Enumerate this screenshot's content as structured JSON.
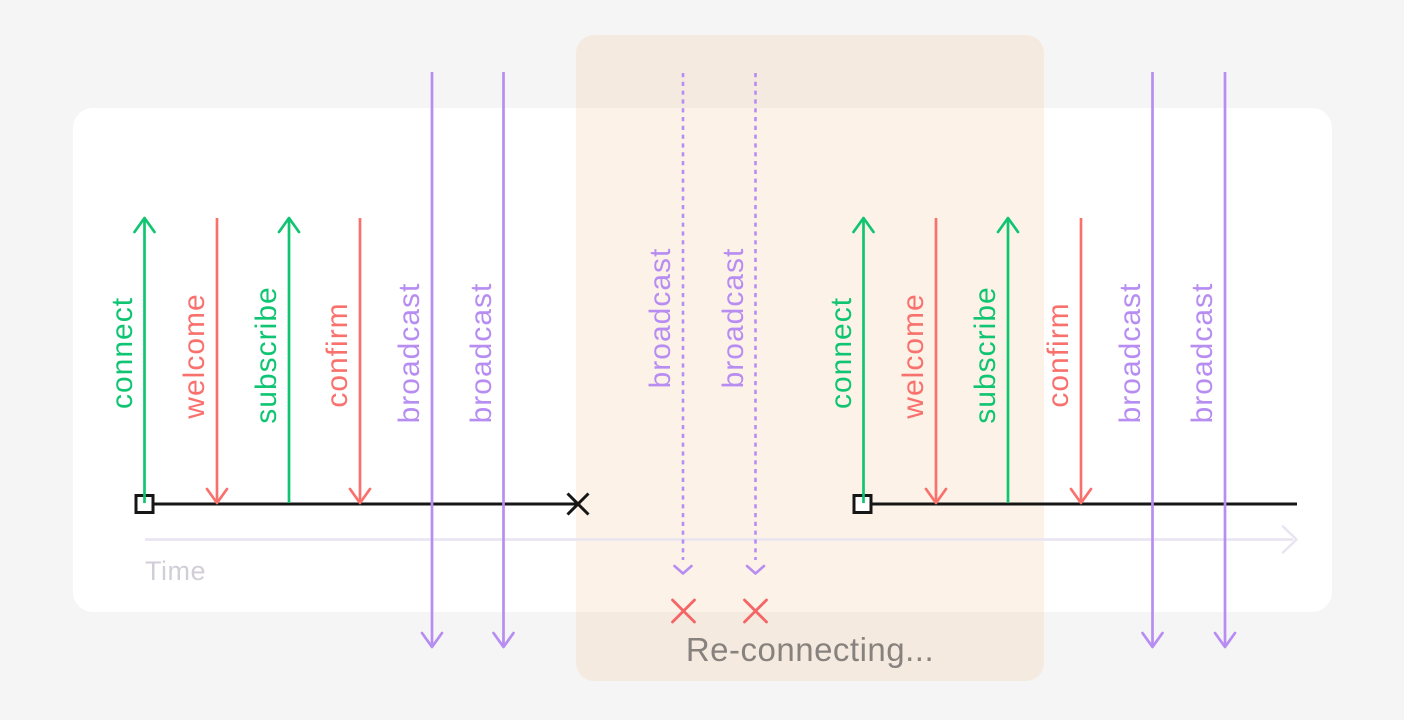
{
  "colors": {
    "bg": "#f5f5f6",
    "card": "#ffffff",
    "band": "rgba(245,190,140,0.2)",
    "outbound": "#10c571",
    "inbound": "#f8716d",
    "push": "#b78df2",
    "timeline": "#161616",
    "axis": "#e8e4f2",
    "axis_label": "#d2ced8",
    "status_text": "#87827e",
    "dropped": "#f56565"
  },
  "axis": {
    "label": "Time"
  },
  "reconnect_gap": {
    "status_label": "Re-connecting...",
    "dropped_messages": [
      {
        "label": "broadcast"
      },
      {
        "label": "broadcast"
      }
    ],
    "dropped_marker": "red-cross"
  },
  "session1": {
    "start_marker": "open-square",
    "end_marker": "black-cross",
    "messages": [
      {
        "label": "connect",
        "direction": "up",
        "type": "outbound"
      },
      {
        "label": "welcome",
        "direction": "down",
        "type": "inbound"
      },
      {
        "label": "subscribe",
        "direction": "up",
        "type": "outbound"
      },
      {
        "label": "confirm",
        "direction": "down",
        "type": "inbound"
      },
      {
        "label": "broadcast",
        "direction": "down",
        "type": "push"
      },
      {
        "label": "broadcast",
        "direction": "down",
        "type": "push"
      }
    ]
  },
  "session2": {
    "start_marker": "open-square",
    "messages": [
      {
        "label": "connect",
        "direction": "up",
        "type": "outbound"
      },
      {
        "label": "welcome",
        "direction": "down",
        "type": "inbound"
      },
      {
        "label": "subscribe",
        "direction": "up",
        "type": "outbound"
      },
      {
        "label": "confirm",
        "direction": "down",
        "type": "inbound"
      },
      {
        "label": "broadcast",
        "direction": "down",
        "type": "push"
      },
      {
        "label": "broadcast",
        "direction": "down",
        "type": "push"
      }
    ]
  }
}
